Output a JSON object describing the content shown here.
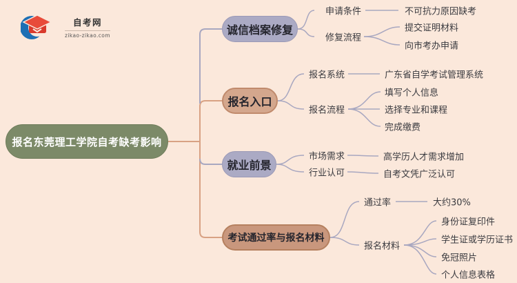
{
  "logo": {
    "site_name": "自考网",
    "site_url": "zikao-zikao.com"
  },
  "root": {
    "label": "报名东莞理工学院自考缺考影响"
  },
  "branches": [
    {
      "label": "诚信档案修复",
      "color": "#ABAAC4",
      "children": [
        {
          "label": "申请条件",
          "leaves": [
            "不可抗力原因缺考"
          ]
        },
        {
          "label": "修复流程",
          "leaves": [
            "提交证明材料",
            "向市考办申请"
          ]
        }
      ]
    },
    {
      "label": "报名入口",
      "color": "#D4A78D",
      "children": [
        {
          "label": "报名系统",
          "leaves": [
            "广东省自学考试管理系统"
          ]
        },
        {
          "label": "报名流程",
          "leaves": [
            "填写个人信息",
            "选择专业和课程",
            "完成缴费"
          ]
        }
      ]
    },
    {
      "label": "就业前景",
      "color": "#ABAAC4",
      "children": [
        {
          "label": "市场需求",
          "leaves": [
            "高学历人才需求增加"
          ]
        },
        {
          "label": "行业认可",
          "leaves": [
            "自考文凭广泛认可"
          ]
        }
      ]
    },
    {
      "label": "考试通过率与报名材料",
      "color": "#C9977D",
      "children": [
        {
          "label": "通过率",
          "leaves": [
            "大约30%"
          ]
        },
        {
          "label": "报名材料",
          "leaves": [
            "身份证复印件",
            "学生证或学历证书",
            "免冠照片",
            "个人信息表格"
          ]
        }
      ]
    }
  ],
  "colors": {
    "background": "#FBE8DB",
    "root_fill": "#7C8A68",
    "lavender_fill": "#ABAAC4",
    "salmon_fill": "#D4A78D",
    "terracotta_fill": "#C9977D",
    "connector_salmon": "#D8A183",
    "connector_lavender": "#A8A7C0",
    "logo_blue": "#1D6FB4",
    "logo_red": "#E84B3A"
  }
}
